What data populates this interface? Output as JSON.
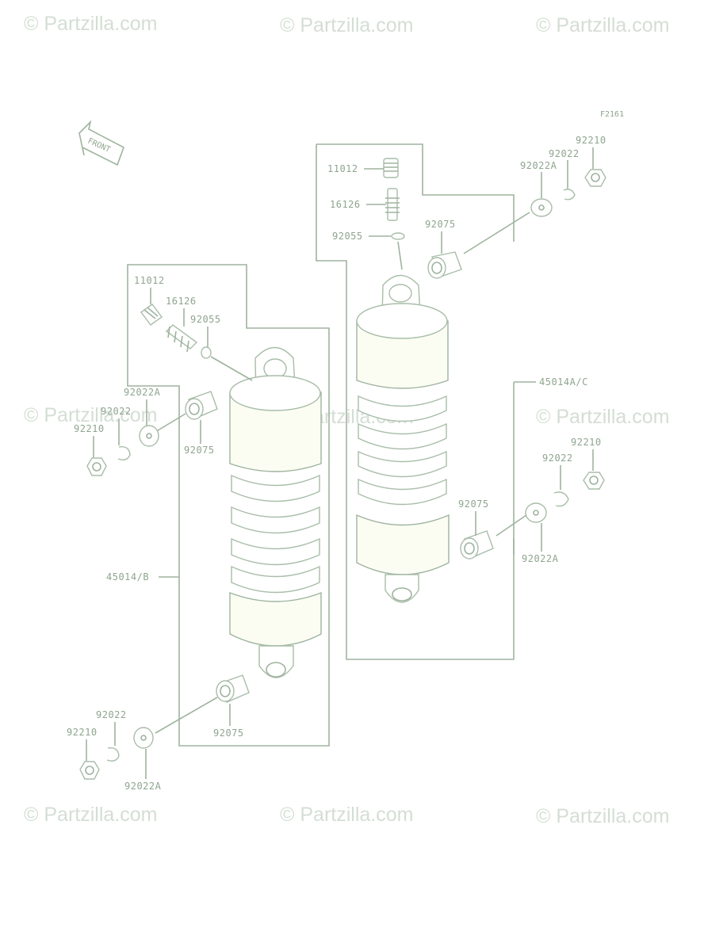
{
  "figure_id": "F2161",
  "front_label": "FRONT",
  "watermark": "© Partzilla.com",
  "parts": {
    "p11012_right": "11012",
    "p16126_right": "16126",
    "p92055_right": "92055",
    "p92075_right_top": "92075",
    "p92022A_right_top": "92022A",
    "p92022_right_top": "92022",
    "p92210_right_top": "92210",
    "p45014AC": "45014A/C",
    "p92210_right_bot": "92210",
    "p92022_right_bot": "92022",
    "p92075_right_bot": "92075",
    "p92022A_right_bot": "92022A",
    "p11012_left": "11012",
    "p16126_left": "16126",
    "p92055_left": "92055",
    "p92022A_left_top": "92022A",
    "p92022_left_top": "92022",
    "p92210_left_top": "92210",
    "p92075_left_top": "92075",
    "p45014B": "45014/B",
    "p92075_left_bot": "92075",
    "p92022_left_bot": "92022",
    "p92210_left_bot": "92210",
    "p92022A_left_bot": "92022A"
  }
}
